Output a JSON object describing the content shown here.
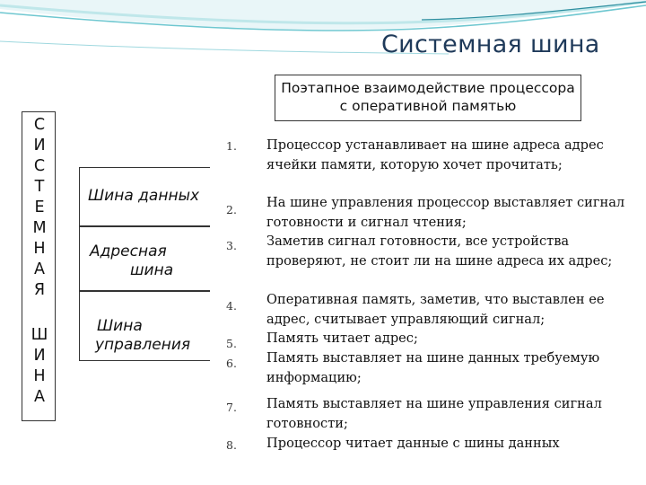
{
  "title": "Системная шина",
  "subtitle": "Поэтапное взаимодействие процессора с оперативной памятью",
  "subtitle_lines": [
    "Поэтапное взаимодействие процессора",
    "с оперативной памятью"
  ],
  "vertical_label": [
    "С",
    "И",
    "С",
    "Т",
    "Е",
    "М",
    "Н",
    "А",
    "Я",
    "Ш",
    "И",
    "Н",
    "А"
  ],
  "buses": {
    "data_bus": [
      "Шина данных"
    ],
    "address_bus": [
      "Адресная",
      "шина"
    ],
    "control_bus": [
      "Шина",
      "управления"
    ]
  },
  "steps": [
    {
      "number": "1.",
      "text": "Процессор устанавливает на шине адреса адрес ячейки памяти, которую хочет прочитать;"
    },
    {
      "number": "2.",
      "text": "На шине управления процессор выставляет сигнал готовности и сигнал чтения;"
    },
    {
      "number": "3.",
      "text": "Заметив сигнал готовности, все устройства проверяют, не стоит ли на шине адреса их адрес;"
    },
    {
      "number": "4.",
      "text": "Оперативная память, заметив, что выставлен ее адрес, считывает управляющий сигнал;"
    },
    {
      "number": "5.",
      "text": "Память читает адрес;"
    },
    {
      "number": "6.",
      "text": "Память выставляет на шине данных требуемую информацию;"
    },
    {
      "number": "7.",
      "text": "Память выставляет на шине управления сигнал готовности;"
    },
    {
      "number": "8.",
      "text": "Процессор читает данные с шины данных"
    }
  ],
  "colors": {
    "title": "#1f3a5a",
    "wave_teal": "#6ec7d0",
    "wave_dark": "#2f8fa0",
    "wave_light": "#bfe7ea"
  }
}
